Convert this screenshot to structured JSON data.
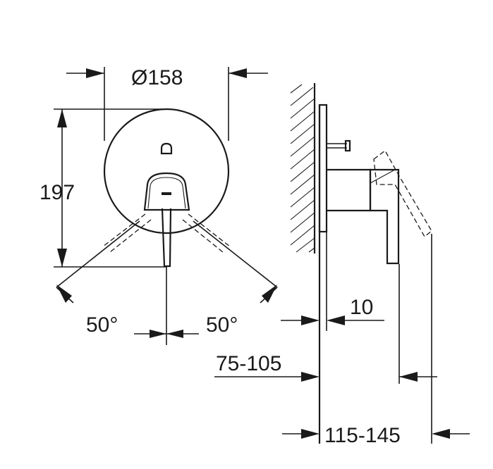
{
  "dimensions": {
    "diameter": "Ø158",
    "height": "197",
    "angle_left": "50°",
    "angle_right": "50°",
    "plate_thickness": "10",
    "installation_depth": "75-105",
    "projection": "115-145"
  },
  "colors": {
    "line": "#1a1a1a",
    "background": "#ffffff"
  }
}
